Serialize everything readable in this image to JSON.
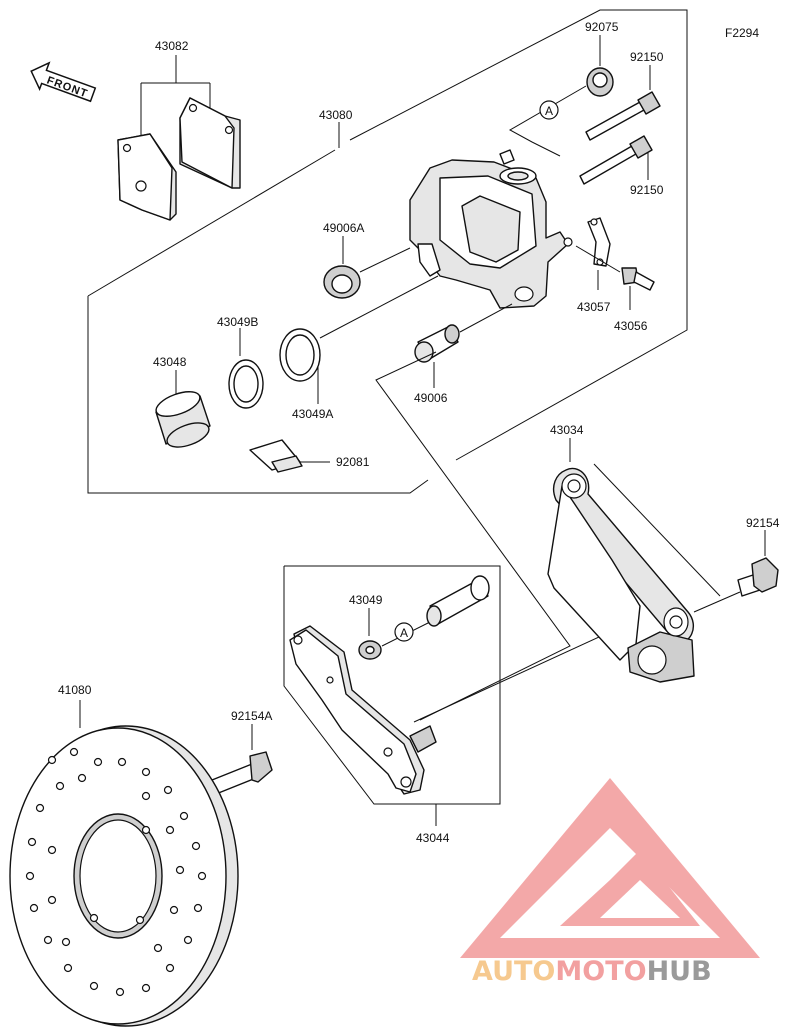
{
  "figure_id": "F2294",
  "front_label": "FRONT",
  "ref_marker": "A",
  "parts": {
    "p43082": "43082",
    "p43080": "43080",
    "p92075": "92075",
    "p92150_top": "92150",
    "p92150_bottom": "92150",
    "p49006A": "49006A",
    "p43049B": "43049B",
    "p43048": "43048",
    "p43049A": "43049A",
    "p92081": "92081",
    "p49006": "49006",
    "p43057": "43057",
    "p43056": "43056",
    "p43034": "43034",
    "p92154": "92154",
    "p43049": "43049",
    "p41080": "41080",
    "p92154A": "92154A",
    "p43044": "43044"
  },
  "watermark": {
    "part1": "AUTO",
    "part2": "MOTO",
    "part3": "HUB",
    "color1": "#f6c98f",
    "color2": "#f2a0a0",
    "color3": "#9a9a9a",
    "logo_color": "#f29a9a"
  }
}
